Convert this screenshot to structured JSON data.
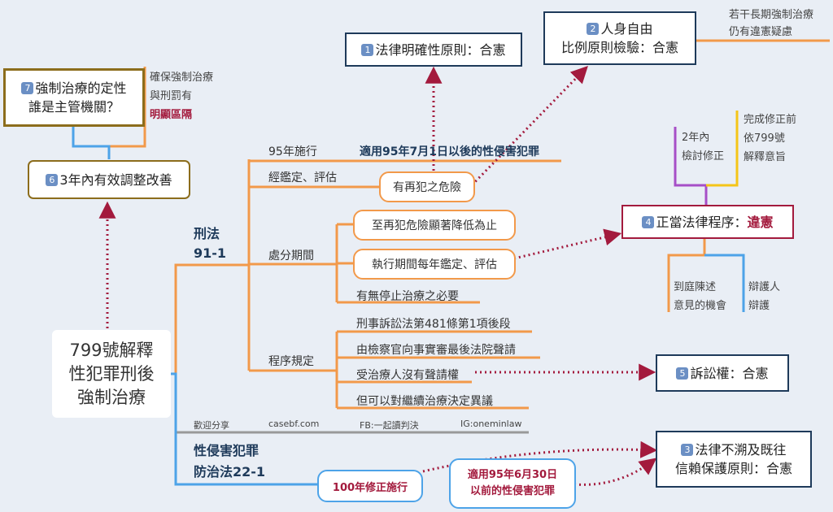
{
  "center": {
    "line1": "799號解釋",
    "line2": "性犯罪刑後",
    "line3": "強制治療"
  },
  "branch_criminal_law": {
    "line1": "刑法",
    "line2": "91-1"
  },
  "branch_sex_crime_act": {
    "line1": "性侵害犯罪",
    "line2": "防治法22-1"
  },
  "enactment": {
    "label": "95年施行",
    "applies": "適用95年7月1日以後的性侵害犯罪"
  },
  "assessment": {
    "label": "經鑑定、評估",
    "pill": "有再犯之危險"
  },
  "disposition": {
    "label": "處分期間",
    "items": [
      "至再犯危險顯著降低為止",
      "執行期間每年鑑定、評估",
      "有無停止治療之必要"
    ]
  },
  "procedure": {
    "label": "程序規定",
    "items": [
      "刑事訴訟法第481條第1項後段",
      "由檢察官向事實審最後法院聲請",
      "受治療人沒有聲請權",
      "但可以對繼續治療決定異議"
    ]
  },
  "footer": {
    "share": "歡迎分享",
    "site": "casebf.com",
    "fb": "FB:一起讀判決",
    "ig": "IG:oneminlaw"
  },
  "amend": {
    "pill": "100年修正施行",
    "applies_line1": "適用95年6月30日",
    "applies_line2": "以前的性侵害犯罪"
  },
  "topics": {
    "t1": {
      "num": "1",
      "text": "法律明確性原則：合憲"
    },
    "t2": {
      "num": "2",
      "line1": "人身自由",
      "line2": "比例原則檢驗：合憲"
    },
    "t2_note": {
      "line1": "若干長期強制治療",
      "line2": "仍有違憲疑慮"
    },
    "t3": {
      "num": "3",
      "line1": "法律不溯及既往",
      "line2": "信賴保護原則：合憲"
    },
    "t4": {
      "num": "4",
      "text": "正當法律程序：",
      "verdict": "違憲"
    },
    "t4_notes": {
      "a_line1": "2年內",
      "a_line2": "檢討修正",
      "b_line1": "完成修正前",
      "b_line2": "依799號",
      "b_line3": "解釋意旨",
      "c_line1": "到庭陳述",
      "c_line2": "意見的機會",
      "d_line1": "辯護人",
      "d_line2": "辯護"
    },
    "t5": {
      "num": "5",
      "text": "訴訟權：合憲"
    },
    "t6": {
      "num": "6",
      "text": "3年內有效調整改善"
    },
    "t7": {
      "num": "7",
      "line1": "強制治療的定性",
      "line2": "誰是主管機關？"
    },
    "t7_note": {
      "line1": "確保強制治療",
      "line2": "與刑罰有",
      "line3": "明顯區隔"
    }
  },
  "colors": {
    "orange": "#f2994a",
    "blue": "#4da3e8",
    "navy": "#1e3a5a",
    "crimson": "#a31a3d",
    "gold": "#8c6d1c",
    "purple": "#a64fc7",
    "yellow": "#f5c518",
    "gray": "#999999"
  }
}
